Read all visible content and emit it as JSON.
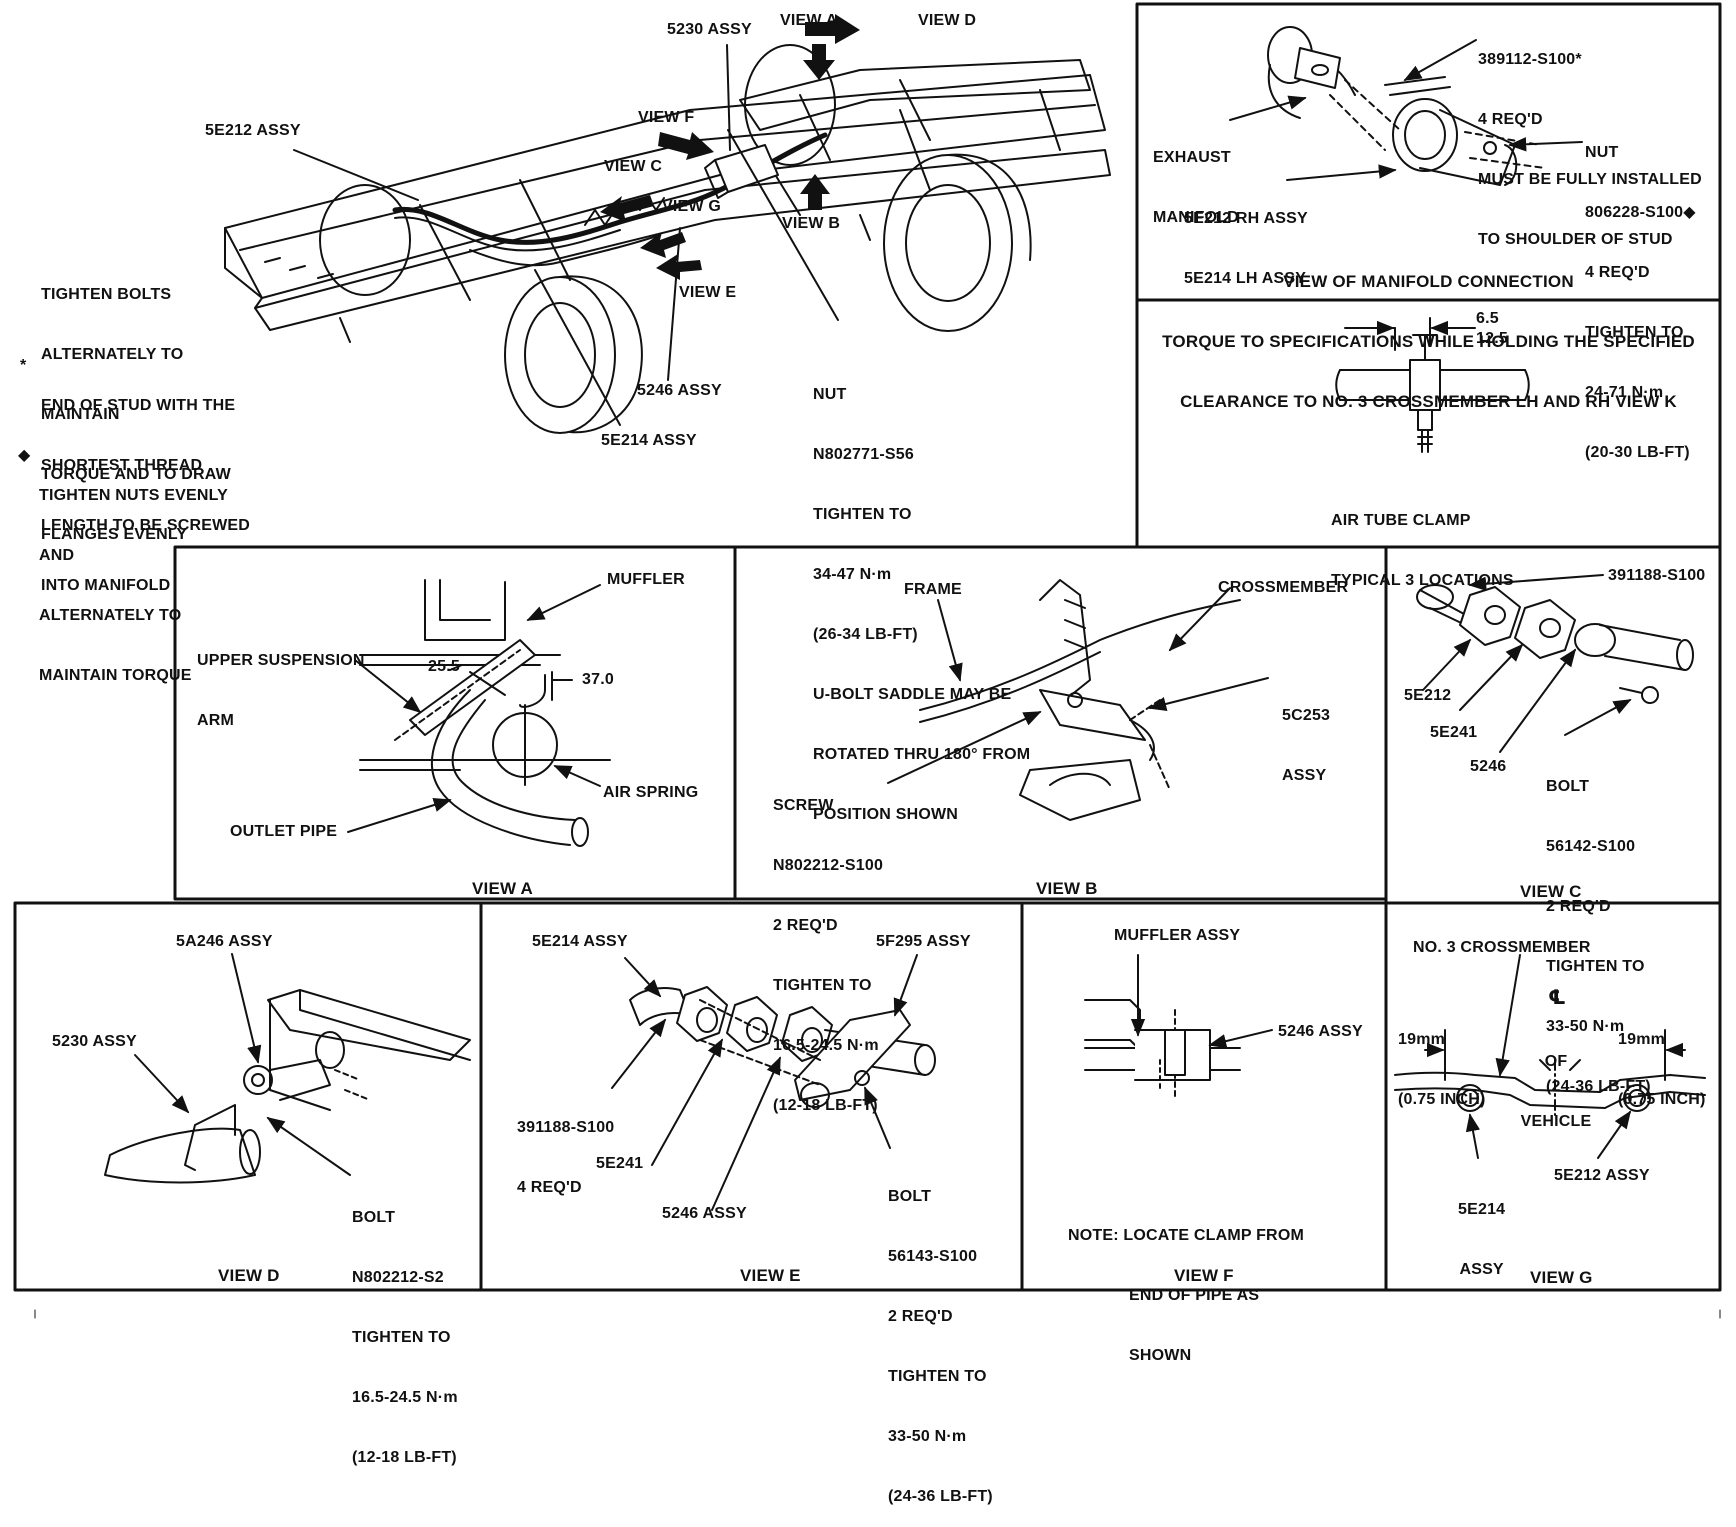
{
  "overview": {
    "labels": {
      "assy_5230": "5230 ASSY",
      "view_a": "VIEW A",
      "view_d": "VIEW D",
      "assy_5e212": "5E212 ASSY",
      "view_f": "VIEW F",
      "view_c": "VIEW C",
      "view_g": "VIEW G",
      "view_b": "VIEW B",
      "view_e": "VIEW E",
      "assy_5246": "5246 ASSY",
      "assy_5e214": "5E214 ASSY"
    },
    "nut_note": [
      "NUT",
      "N802771-S56",
      "TIGHTEN TO",
      "34-47 N·m",
      "(26-34 LB-FT)",
      "U-BOLT SADDLE MAY BE",
      "ROTATED THRU 180° FROM",
      "POSITION SHOWN"
    ],
    "notes": {
      "bolts": [
        "TIGHTEN BOLTS",
        "ALTERNATELY TO",
        "MAINTAIN",
        "TORQUE AND TO DRAW",
        "FLANGES EVENLY"
      ],
      "stud_symbol": "*",
      "stud": [
        "END OF STUD WITH THE",
        "SHORTEST THREAD",
        "LENGTH TO BE SCREWED",
        "INTO MANIFOLD"
      ],
      "nuts_symbol": "◆",
      "nuts": [
        "TIGHTEN NUTS EVENLY",
        "AND",
        "ALTERNATELY TO",
        "MAINTAIN TORQUE"
      ]
    }
  },
  "manifold_view": {
    "stud_note": [
      "389112-S100*",
      "4 REQ'D",
      "MUST BE FULLY INSTALLED",
      "TO SHOULDER OF STUD"
    ],
    "exhaust_manifold": [
      "EXHAUST",
      "MANIFOLD"
    ],
    "nut_note": [
      "NUT",
      "806228-S100◆",
      "4 REQ'D",
      "TIGHTEN TO",
      "24-71 N·m",
      "(20-30 LB-FT)"
    ],
    "assy": [
      "5E212 RH ASSY",
      "5E214 LH ASSY"
    ],
    "caption": [
      "VIEW OF MANIFOLD CONNECTION",
      "TORQUE TO SPECIFICATIONS WHILE HOLDING THE SPECIFIED",
      "CLEARANCE TO NO. 3 CROSSMEMBER LH AND RH VIEW K"
    ]
  },
  "air_tube_clamp": {
    "dim1": "6.5",
    "dim2": "12.5",
    "caption": [
      "AIR TUBE CLAMP",
      "TYPICAL 3 LOCATIONS"
    ]
  },
  "view_a": {
    "muffler": "MUFFLER",
    "upper_arm": [
      "UPPER SUSPENSION",
      "ARM"
    ],
    "dim1": "25.5",
    "dim2": "37.0",
    "air_spring": "AIR SPRING",
    "outlet_pipe": "OUTLET PIPE",
    "caption": "VIEW A"
  },
  "view_b": {
    "frame": "FRAME",
    "crossmember": "CROSSMEMBER",
    "assy": [
      "5C253",
      "ASSY"
    ],
    "screw": [
      "SCREW",
      "N802212-S100",
      "2 REQ'D",
      "TIGHTEN TO",
      "16.5-24.5 N·m",
      "(12-18 LB-FT)"
    ],
    "caption": "VIEW B"
  },
  "view_c": {
    "part1": "391188-S100",
    "part2": "5E212",
    "part3": "5E241",
    "part4": "5246",
    "bolt": [
      "BOLT",
      "56142-S100",
      "2 REQ'D",
      "TIGHTEN TO",
      "33-50 N·m",
      "(24-36 LB-FT)"
    ],
    "caption": "VIEW C"
  },
  "view_d": {
    "assy1": "5A246 ASSY",
    "assy2": "5230 ASSY",
    "bolt": [
      "BOLT",
      "N802212-S2",
      "TIGHTEN TO",
      "16.5-24.5 N·m",
      "(12-18 LB-FT)"
    ],
    "caption": "VIEW D"
  },
  "view_e": {
    "assy1": "5E214 ASSY",
    "assy2": "5F295 ASSY",
    "part1": [
      "391188-S100",
      "4 REQ'D"
    ],
    "part2": "5E241",
    "part3": "5246 ASSY",
    "bolt": [
      "BOLT",
      "56143-S100",
      "2 REQ'D",
      "TIGHTEN TO",
      "33-50 N·m",
      "(24-36 LB-FT)"
    ],
    "caption": "VIEW E"
  },
  "view_f": {
    "muffler": "MUFFLER ASSY",
    "assy": "5246 ASSY",
    "note": [
      "NOTE: LOCATE CLAMP FROM",
      "END OF PIPE AS",
      "SHOWN"
    ],
    "caption": "VIEW F"
  },
  "view_g": {
    "crossmember": "NO. 3 CROSSMEMBER",
    "left_dim": [
      "19mm",
      "(0.75 INCH)"
    ],
    "right_dim": [
      "19mm",
      "(0.75 INCH)"
    ],
    "center_symbol": "℄",
    "center": [
      "OF",
      "VEHICLE"
    ],
    "lh_assy": [
      "5E214",
      "ASSY"
    ],
    "rh_assy": "5E212 ASSY",
    "caption": "VIEW G"
  }
}
